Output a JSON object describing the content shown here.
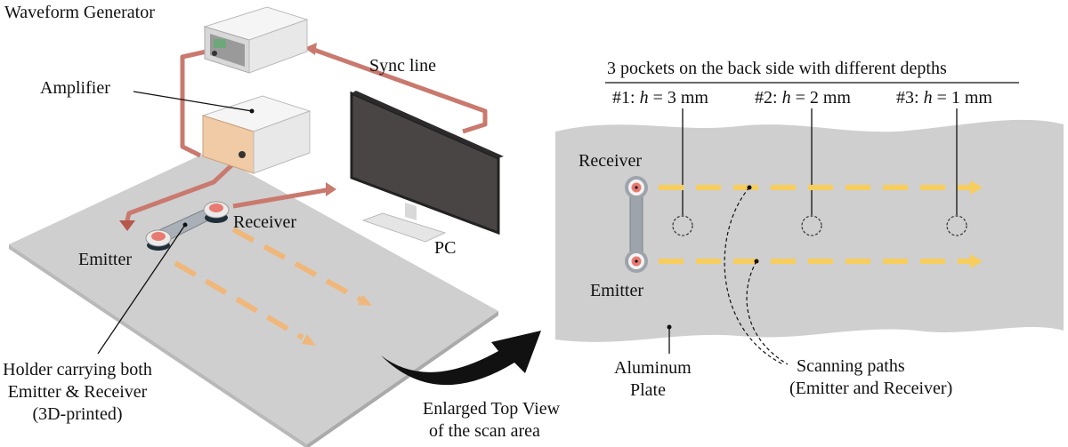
{
  "labels": {
    "waveform_generator": "Waveform Generator",
    "amplifier": "Amplifier",
    "sync_line": "Sync line",
    "pc": "PC",
    "receiver_left": "Receiver",
    "emitter_left": "Emitter",
    "holder_line1": "Holder carrying both",
    "holder_line2": "Emitter & Receiver",
    "holder_line3": "(3D-printed)",
    "enlarged_line1": "Enlarged Top View",
    "enlarged_line2": "of the scan area",
    "pockets_title": "3 pockets on the back side with different depths",
    "receiver_right": "Receiver",
    "emitter_right": "Emitter",
    "aluminum_line1": "Aluminum",
    "aluminum_line2": "Plate",
    "scanning_line1": "Scanning paths",
    "scanning_line2": "(Emitter and Receiver)"
  },
  "pockets": [
    {
      "prefix": "#1: ",
      "var": "h",
      "value": " = 3 mm"
    },
    {
      "prefix": "#2: ",
      "var": "h",
      "value": " = 2 mm"
    },
    {
      "prefix": "#3: ",
      "var": "h",
      "value": " = 1 mm"
    }
  ],
  "colors": {
    "plate": "#cfcfcf",
    "cable": "#c9796e",
    "path_left": "#f0b77a",
    "path_right": "#f7cd5c",
    "sensor_red": "#e97a72",
    "device_body": "#ececec",
    "monitor_screen": "#4a4545"
  }
}
